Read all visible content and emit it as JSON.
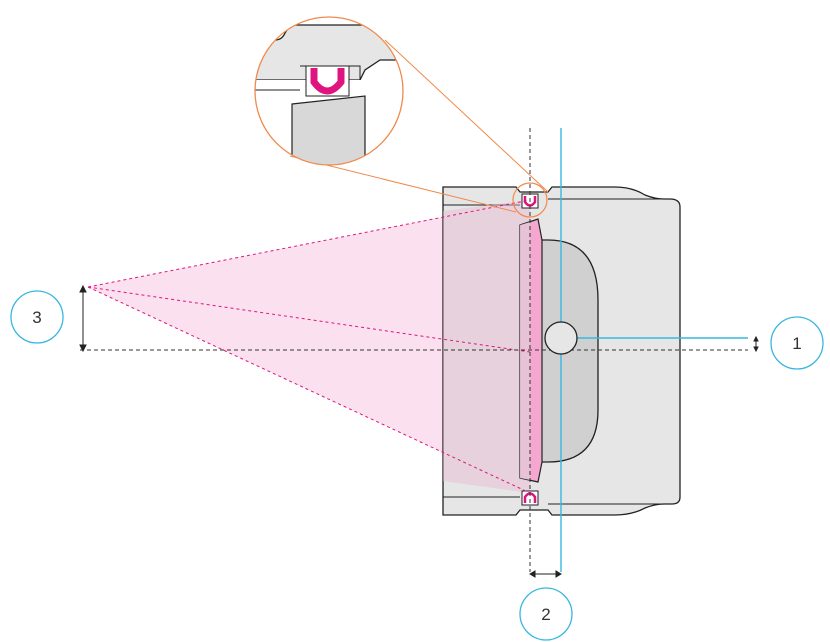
{
  "callouts": [
    {
      "label": "1"
    },
    {
      "label": "2"
    },
    {
      "label": "3"
    }
  ],
  "colors": {
    "outline": "#222222",
    "body_fill": "#e6e6e6",
    "recess_fill": "#d0d0d0",
    "seal": "#e0147f",
    "cone_fill": "#f7c8e1",
    "axis_blue": "#39b7e0",
    "detail_circle": "#f08a4b",
    "dash": "#333333"
  },
  "icons": {
    "seal": "u-shaped-seal-icon"
  }
}
